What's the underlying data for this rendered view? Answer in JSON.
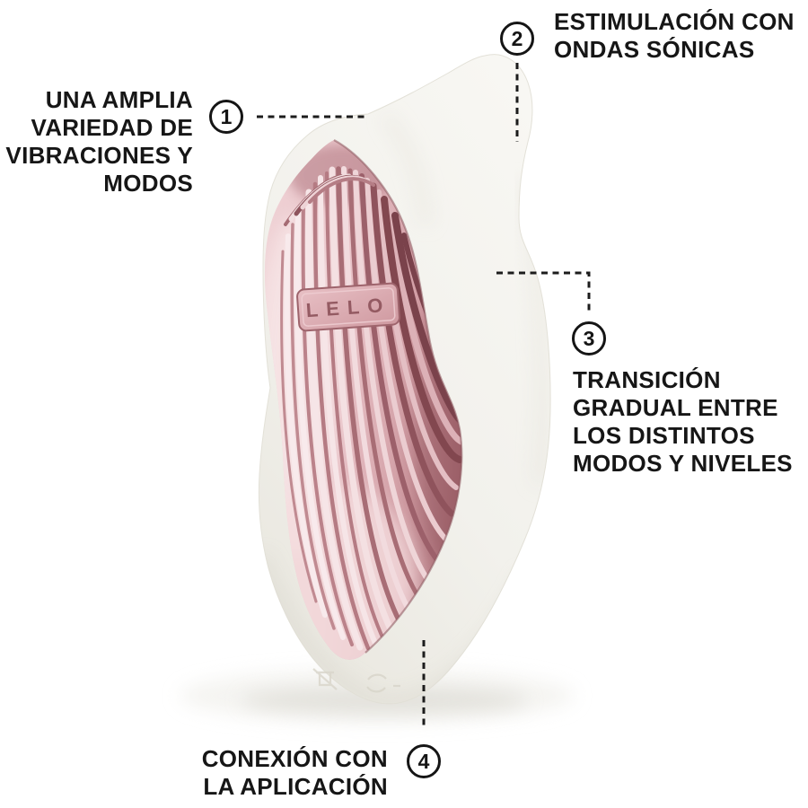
{
  "meta": {
    "title": "Product feature callout diagram"
  },
  "product": {
    "brand": "LELO"
  },
  "colors": {
    "background": "#ffffff",
    "text": "#161616",
    "connector": "#1c1c1c",
    "device_body": "#f2f1ec",
    "rose_gold_light": "#f3dde0",
    "rose_gold_mid": "#cf9fa4",
    "rose_gold_dark": "#7a424b"
  },
  "callouts": [
    {
      "number": "1",
      "lines": [
        "UNA AMPLIA",
        "VARIEDAD DE",
        "VIBRACIONES Y",
        "MODOS"
      ]
    },
    {
      "number": "2",
      "lines": [
        "ESTIMULACIÓN CON",
        "ONDAS SÓNICAS"
      ]
    },
    {
      "number": "3",
      "lines": [
        "TRANSICIÓN",
        "GRADUAL ENTRE",
        "LOS DISTINTOS",
        "MODOS Y NIVELES"
      ]
    },
    {
      "number": "4",
      "lines": [
        "CONEXIÓN CON",
        "LA APLICACIÓN"
      ]
    }
  ]
}
